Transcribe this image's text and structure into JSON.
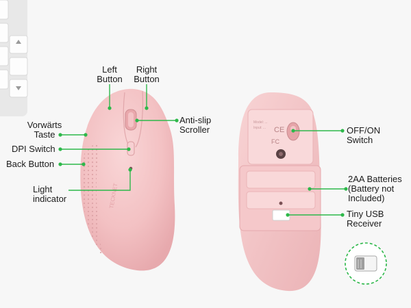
{
  "labels": {
    "left_button": [
      "Left",
      "Button"
    ],
    "right_button": [
      "Right",
      "Button"
    ],
    "anti_slip_scroller": [
      "Anti-slip",
      "Scroller"
    ],
    "vorwaerts_taste": [
      "Vorwärts",
      "Taste"
    ],
    "dpi_switch": "DPI Switch",
    "back_button": "Back Button",
    "light_indicator": [
      "Light",
      "indicator"
    ],
    "off_on_switch": [
      "OFF/ON",
      "Switch"
    ],
    "batteries": [
      "2AA Batteries",
      "(Battery not",
      "Included)"
    ],
    "usb_receiver": [
      "Tiny USB",
      "Receiver"
    ]
  },
  "colors": {
    "accent": "#2db84a",
    "mouse_pink": "#f5c7c9",
    "background": "#f7f7f7"
  }
}
